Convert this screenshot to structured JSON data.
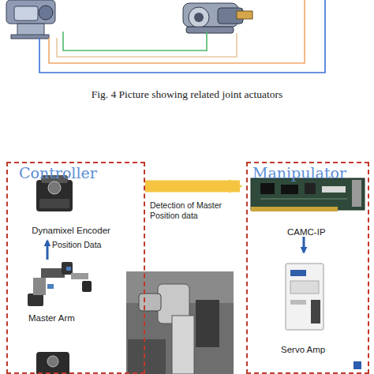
{
  "diagram": {
    "caption": "Fig. 4 Picture showing related joint actuators",
    "nodes": [
      {
        "text": [
          "Controller"
        ]
      },
      {
        "text": [
          "Dynamixel Encoder"
        ],
        "in": 0
      },
      {
        "text": [
          "Master Arm"
        ],
        "in": 0
      },
      {
        "text": [
          "Manipulator"
        ]
      },
      {
        "text": [
          "CAMC-IP"
        ],
        "in": 3
      },
      {
        "text": [
          "Servo Amp"
        ],
        "in": 3
      }
    ],
    "edges": [
      {
        "from": 2,
        "to": 1,
        "label": "Position Data",
        "arrow": "to"
      },
      {
        "from": 0,
        "to": 4,
        "label": "Detection of Master Position data",
        "arrow": "to"
      },
      {
        "from": 4,
        "to": 5,
        "arrow": "to"
      }
    ]
  }
}
